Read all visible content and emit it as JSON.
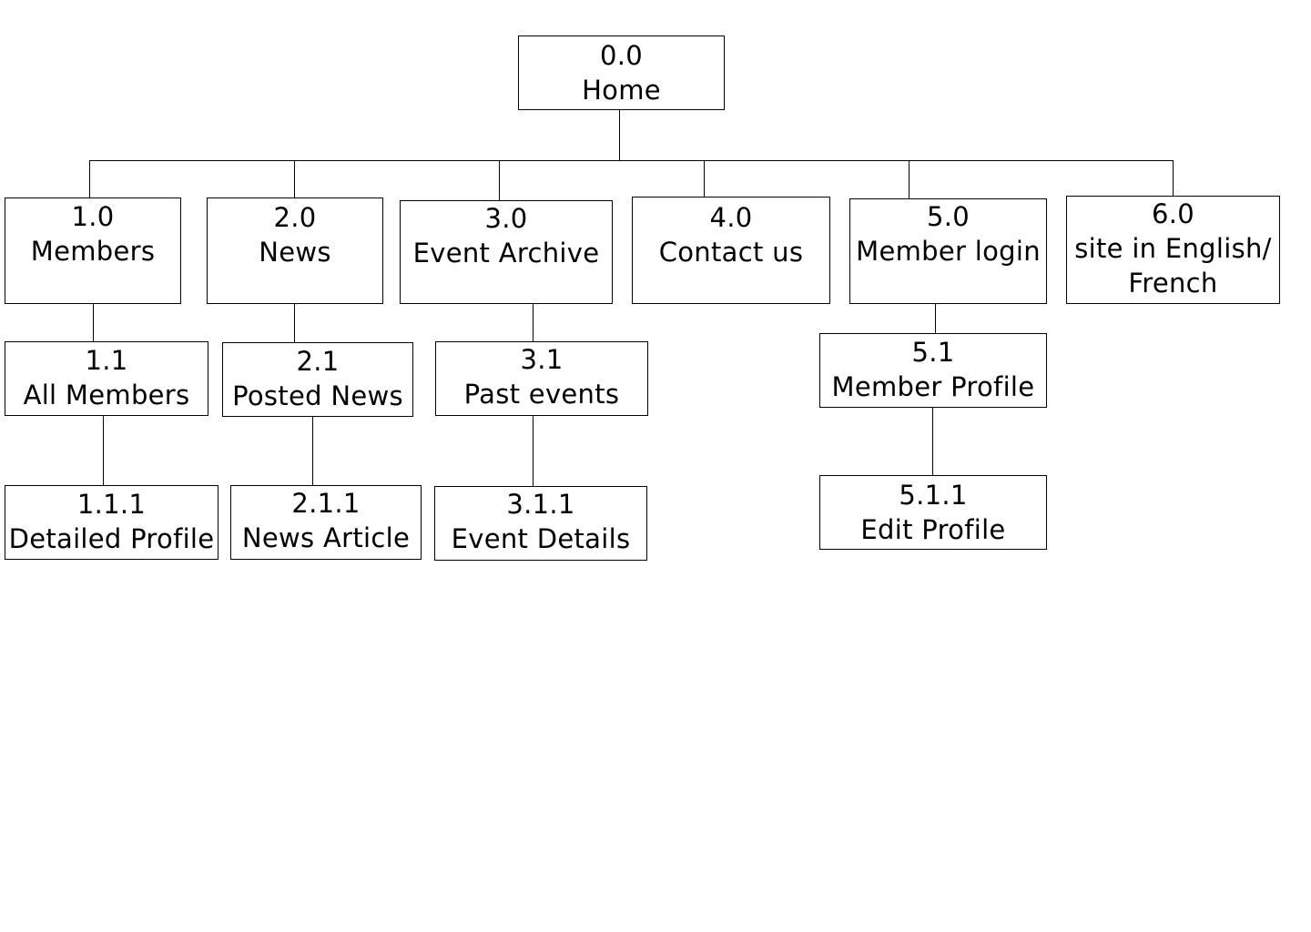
{
  "diagram": {
    "nodes": {
      "home": {
        "number": "0.0",
        "label": "Home"
      },
      "members": {
        "number": "1.0",
        "label": "Members"
      },
      "news": {
        "number": "2.0",
        "label": "News"
      },
      "event_archive": {
        "number": "3.0",
        "label": "Event Archive"
      },
      "contact": {
        "number": "4.0",
        "label": "Contact us"
      },
      "member_login": {
        "number": "5.0",
        "label": "Member login"
      },
      "language": {
        "number": "6.0",
        "label": "site in English/ French"
      },
      "all_members": {
        "number": "1.1",
        "label": "All Members"
      },
      "posted_news": {
        "number": "2.1",
        "label": "Posted News"
      },
      "past_events": {
        "number": "3.1",
        "label": "Past events"
      },
      "member_profile": {
        "number": "5.1",
        "label": "Member Profile"
      },
      "detailed_profile": {
        "number": "1.1.1",
        "label": "Detailed Profile"
      },
      "news_article": {
        "number": "2.1.1",
        "label": "News Article"
      },
      "event_details": {
        "number": "3.1.1",
        "label": "Event Details"
      },
      "edit_profile": {
        "number": "5.1.1",
        "label": "Edit Profile"
      }
    }
  }
}
